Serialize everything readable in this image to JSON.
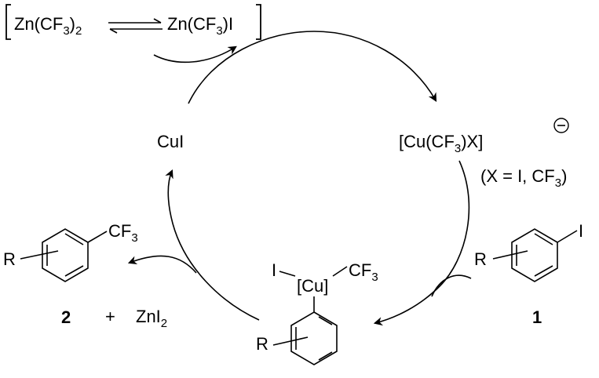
{
  "reagent": {
    "left": "Zn(CF",
    "left_sub": "3",
    "left_tail": ")",
    "left_sub2": "2",
    "right": "Zn(CF",
    "right_sub": "3",
    "right_tail": ")I"
  },
  "species": {
    "cui": "CuI",
    "cu_complex": "[Cu(CF",
    "cu_complex_sub": "3",
    "cu_complex_tail": ")X]",
    "charge_symbol": "−",
    "x_note_a": "(X = I, CF",
    "x_note_sub": "3",
    "x_note_tail": ")",
    "intermediate_i": "I",
    "intermediate_cu": "[Cu]",
    "intermediate_cf3": "CF",
    "intermediate_cf3_sub": "3",
    "intermediate_r": "R"
  },
  "substrate": {
    "r": "R",
    "i": "I",
    "number": "1"
  },
  "product": {
    "r": "R",
    "cf3": "CF",
    "cf3_sub": "3",
    "number": "2",
    "plus": "+",
    "zni": "ZnI",
    "zni_sub": "2"
  }
}
